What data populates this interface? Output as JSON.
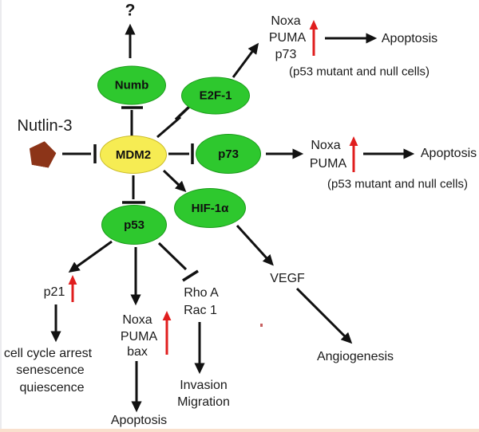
{
  "figure": {
    "description": "Nutlin-3 / MDM2 signaling pathway diagram",
    "question_mark": "?"
  },
  "palette": {
    "green": "#2EC82E",
    "yellow": "#F6EC53",
    "brown": "#8C3418",
    "red": "#E01E1E",
    "text": "#1A1A1A",
    "strip": "#F9E0CD",
    "edge": "#EBEBEE"
  },
  "nodes": {
    "nutlin3": "Nutlin-3",
    "numb": "Numb",
    "e2f1": "E2F-1",
    "mdm2": "MDM2",
    "p73": "p73",
    "hif1a": "HIF-1α",
    "p53": "p53"
  },
  "branches": {
    "e2f1_targets": {
      "genes": [
        "Noxa",
        "PUMA",
        "p73"
      ],
      "outcome": "Apoptosis",
      "caption": "(p53 mutant and null cells)"
    },
    "p73_targets": {
      "genes": [
        "Noxa",
        "PUMA"
      ],
      "outcome": "Apoptosis",
      "caption": "(p53 mutant and null cells)"
    },
    "p21_branch": {
      "gene": "p21",
      "outcomes": [
        "cell cycle arrest",
        "senescence",
        "quiescence"
      ]
    },
    "p53_apoptosis_branch": {
      "genes": [
        "Noxa",
        "PUMA",
        "bax"
      ],
      "outcome": "Apoptosis"
    },
    "rho_branch": {
      "genes": [
        "Rho A",
        "Rac 1"
      ],
      "outcomes": [
        "Invasion",
        "Migration"
      ]
    },
    "vegf_branch": {
      "gene": "VEGF",
      "outcome": "Angiogenesis"
    }
  },
  "edges": [
    {
      "from": "Nutlin-3",
      "to": "MDM2",
      "type": "inhibits"
    },
    {
      "from": "MDM2",
      "to": "Numb",
      "type": "inhibits"
    },
    {
      "from": "MDM2",
      "to": "E2F-1",
      "type": "inhibits"
    },
    {
      "from": "MDM2",
      "to": "p73",
      "type": "inhibits"
    },
    {
      "from": "MDM2",
      "to": "HIF-1α",
      "type": "activates"
    },
    {
      "from": "MDM2",
      "to": "p53",
      "type": "inhibits"
    },
    {
      "from": "Numb",
      "to": "?",
      "type": "activates"
    },
    {
      "from": "E2F-1",
      "to": "Noxa/PUMA/p73 up",
      "type": "activates"
    },
    {
      "from": "Noxa/PUMA/p73 up",
      "to": "Apoptosis",
      "type": "activates"
    },
    {
      "from": "p73",
      "to": "Noxa/PUMA up",
      "type": "activates"
    },
    {
      "from": "Noxa/PUMA up",
      "to": "Apoptosis",
      "type": "activates"
    },
    {
      "from": "HIF-1α",
      "to": "VEGF",
      "type": "activates"
    },
    {
      "from": "VEGF",
      "to": "Angiogenesis",
      "type": "activates"
    },
    {
      "from": "p53",
      "to": "p21 up",
      "type": "activates"
    },
    {
      "from": "p21 up",
      "to": "cell cycle arrest / senescence / quiescence",
      "type": "activates"
    },
    {
      "from": "p53",
      "to": "Noxa/PUMA/bax up",
      "type": "activates"
    },
    {
      "from": "Noxa/PUMA/bax up",
      "to": "Apoptosis",
      "type": "activates"
    },
    {
      "from": "p53",
      "to": "Rho A / Rac 1",
      "type": "inhibits"
    },
    {
      "from": "Rho A / Rac 1",
      "to": "Invasion/Migration",
      "type": "activates"
    }
  ]
}
